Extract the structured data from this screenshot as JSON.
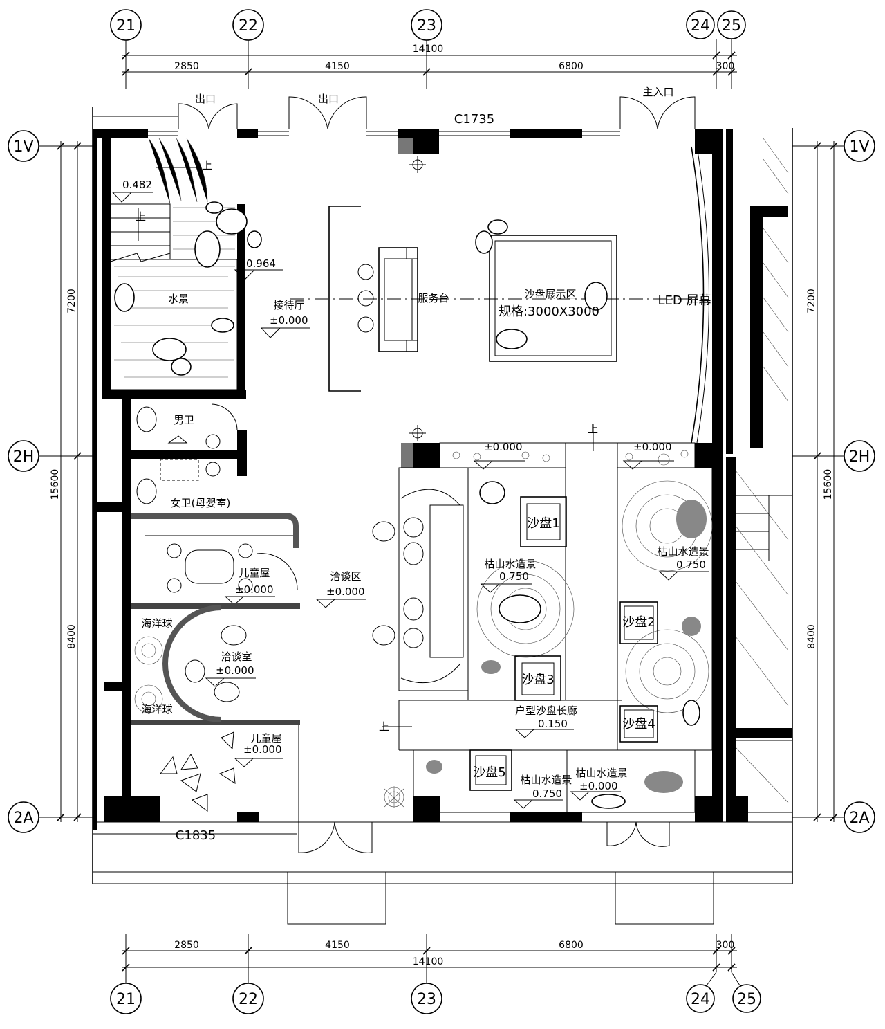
{
  "axes": {
    "top": [
      "21",
      "22",
      "23",
      "24",
      "25"
    ],
    "bottom": [
      "21",
      "22",
      "23",
      "24",
      "25"
    ],
    "left": [
      "1V",
      "2H",
      "2A"
    ],
    "right": [
      "1V",
      "2H",
      "2A"
    ]
  },
  "dimensions": {
    "top_total": "14100",
    "top_segments": [
      "2850",
      "4150",
      "6800",
      "300"
    ],
    "bottom_total": "14100",
    "bottom_segments": [
      "2850",
      "4150",
      "6800",
      "300"
    ],
    "left_total": "15600",
    "left_segments": [
      "7200",
      "8400"
    ],
    "right_total": "15600",
    "right_segments": [
      "7200",
      "8400"
    ]
  },
  "windows": {
    "top": "C1735",
    "bottom": "C1835"
  },
  "doors": {
    "exit_1": "出口",
    "exit_2": "出口",
    "main_entrance": "主入口"
  },
  "rooms": {
    "water_feature": "水景",
    "reception": "接待厅",
    "service_desk": "服务台",
    "sand_table_area": "沙盘展示区",
    "sand_table_spec": "规格:3000X3000",
    "led_screen": "LED 屏幕",
    "mens_wc": "男卫",
    "womens_wc": "女卫(母婴室)",
    "kids_room_1": "儿童屋",
    "kids_room_2": "儿童屋",
    "negotiation_area": "洽谈区",
    "negotiation_room": "洽谈室",
    "ball_pool_1": "海洋球",
    "ball_pool_2": "海洋球",
    "dry_garden_1": "枯山水造景",
    "dry_garden_2": "枯山水造景",
    "dry_garden_3": "枯山水造景",
    "dry_garden_4": "枯山水造景",
    "model_gallery": "户型沙盘长廊",
    "sand_1": "沙盘1",
    "sand_2": "沙盘2",
    "sand_3": "沙盘3",
    "sand_4": "沙盘4",
    "sand_5": "沙盘5"
  },
  "elevations": {
    "stair_top": "0.482",
    "water_top": "0.964",
    "reception": "±0.000",
    "entry_strip_1": "±0.000",
    "entry_strip_2": "±0.000",
    "kids_room_1": "±0.000",
    "negotiation_area": "±0.000",
    "negotiation_room": "±0.000",
    "kids_room_2": "±0.000",
    "dry_garden_1": "0.750",
    "dry_garden_2": "0.750",
    "dry_garden_3": "0.750",
    "dry_garden_4": "±0.000",
    "model_gallery": "0.150"
  },
  "arrows": {
    "up": "上"
  }
}
